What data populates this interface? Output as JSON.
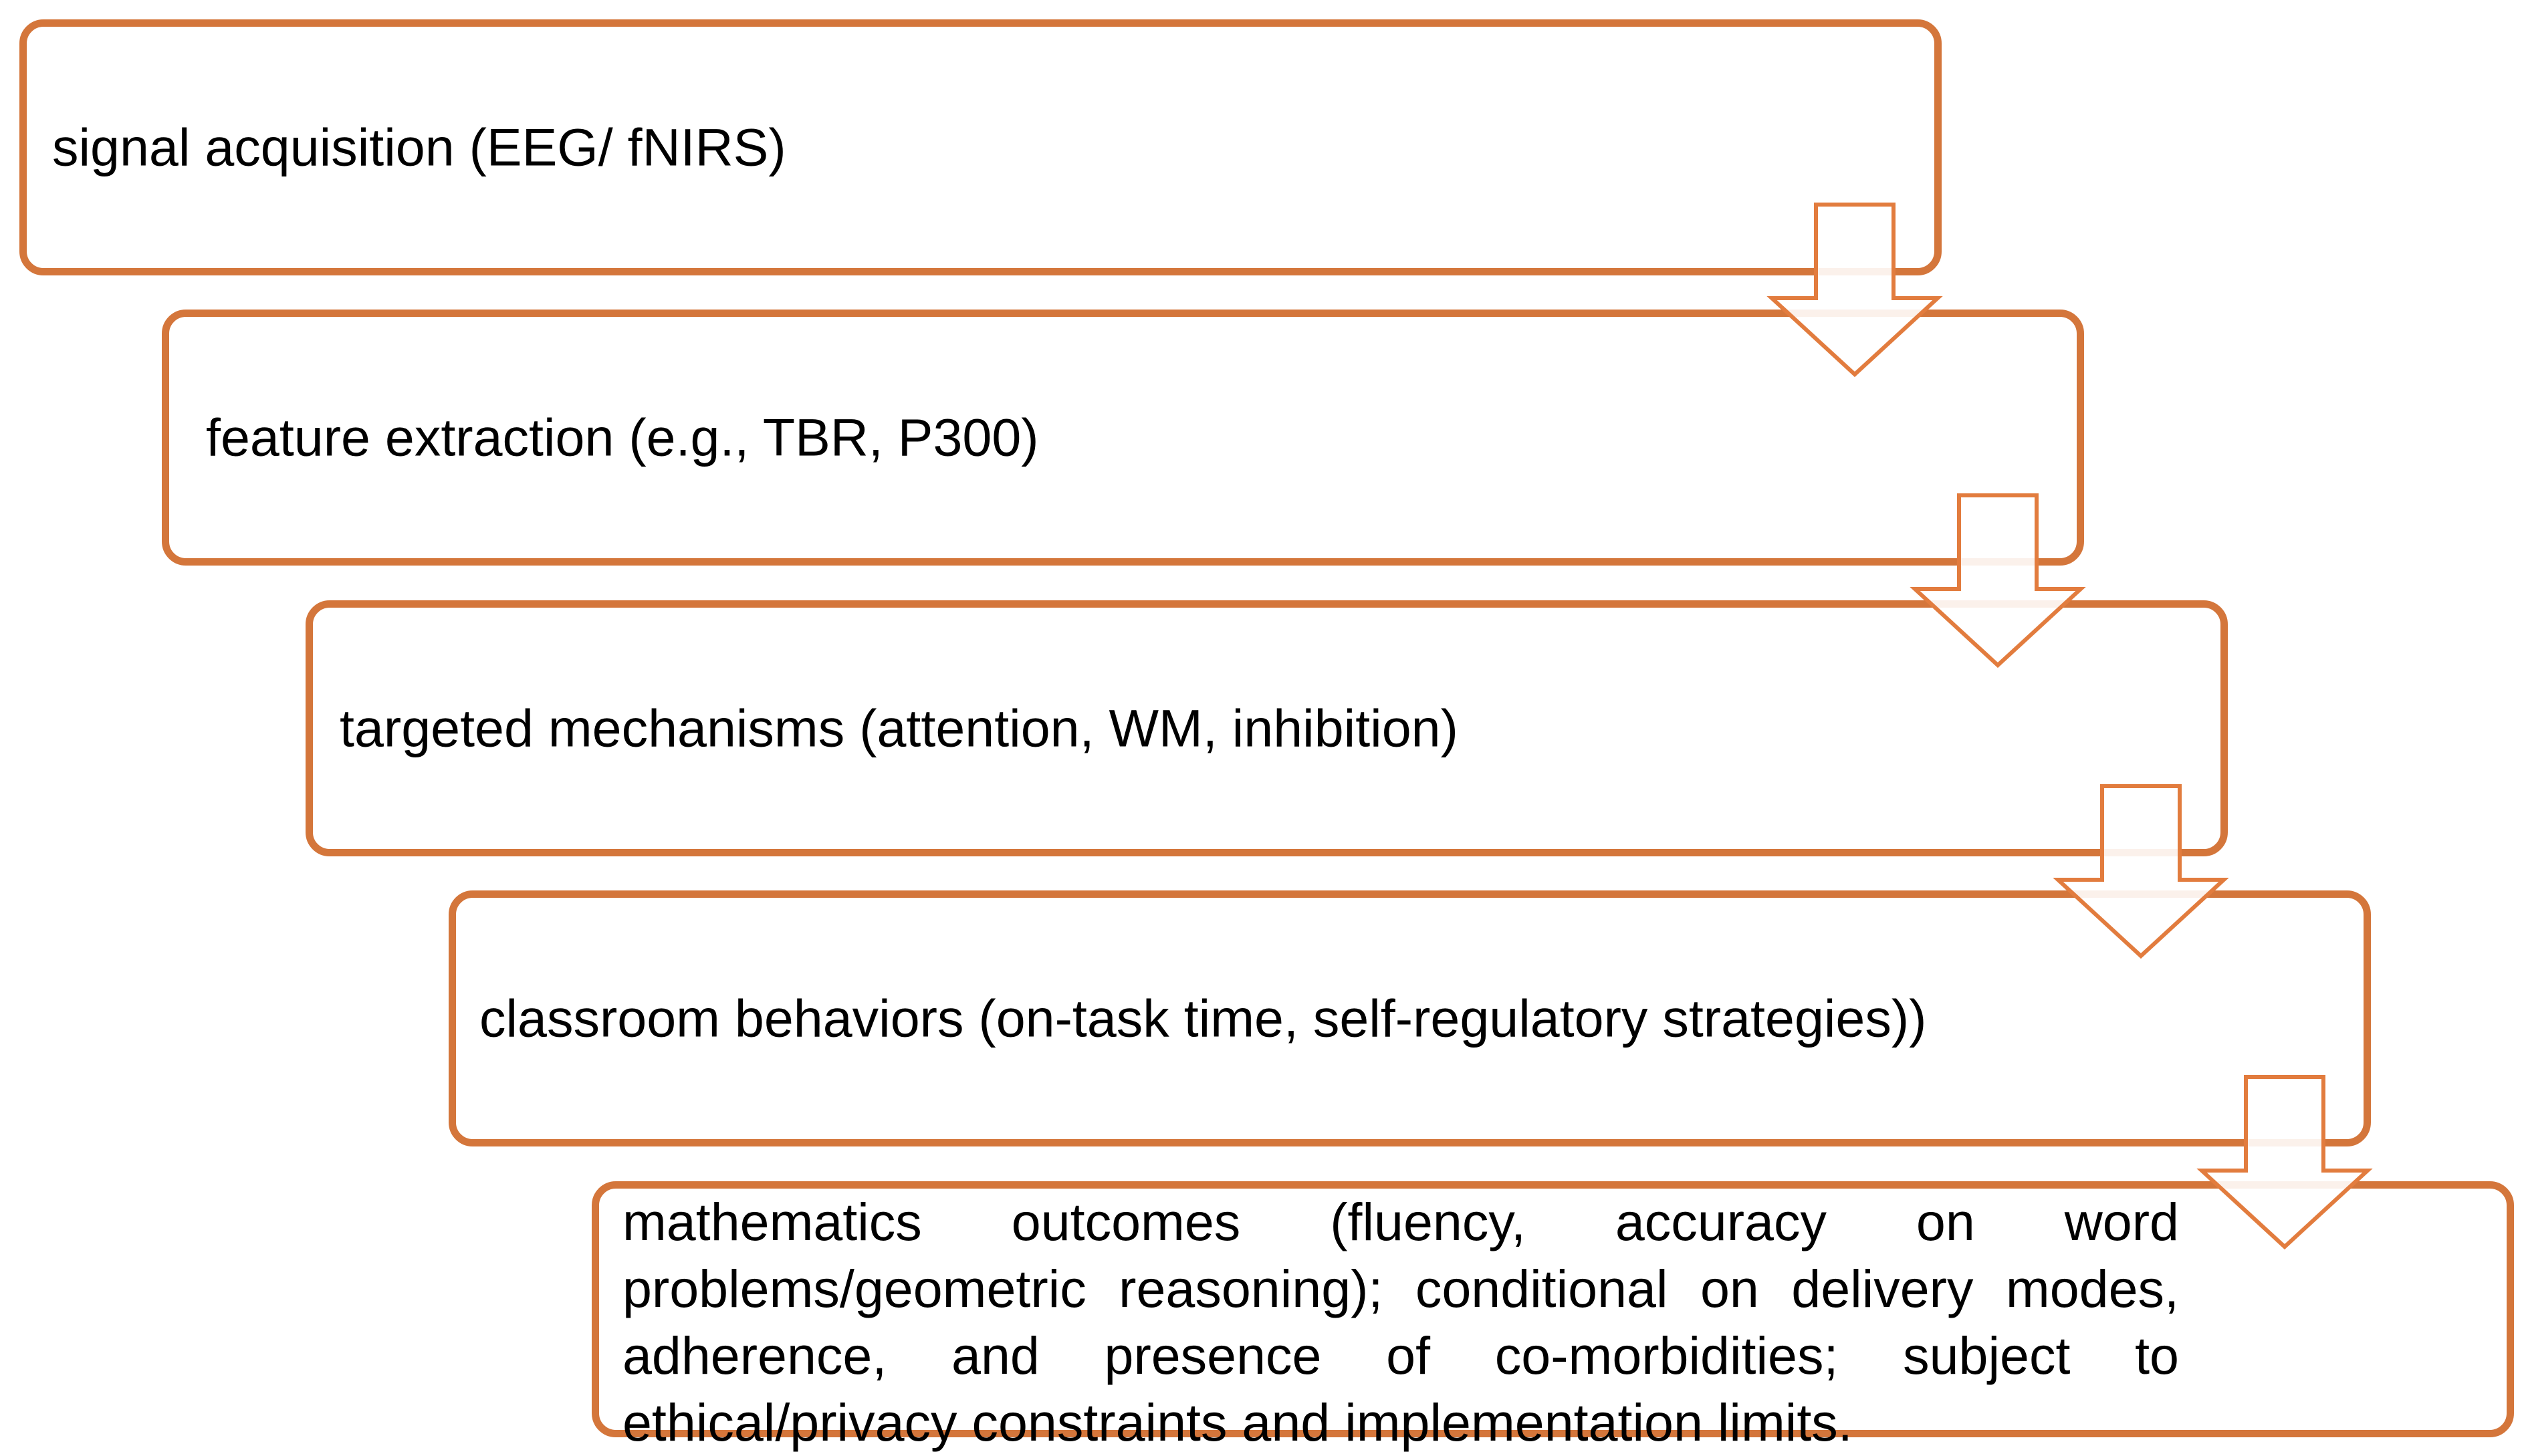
{
  "diagram": {
    "steps": [
      {
        "label": "signal acquisition (EEG/ fNIRS)"
      },
      {
        "label": "feature extraction (e.g., TBR, P300)"
      },
      {
        "label": "targeted mechanisms (attention, WM, inhibition)"
      },
      {
        "label": "classroom behaviors (on-task time, self-regulatory strategies))"
      },
      {
        "label": "mathematics outcomes (fluency, accuracy on word problems/geometric reasoning); conditional on delivery modes, adherence, and presence of co-morbidities; subject to ethical/privacy constraints and implementation limits."
      }
    ],
    "colors": {
      "border": "#d4763b",
      "arrow_stroke": "#e27c3e",
      "text": "#000000",
      "background": "#ffffff"
    }
  }
}
